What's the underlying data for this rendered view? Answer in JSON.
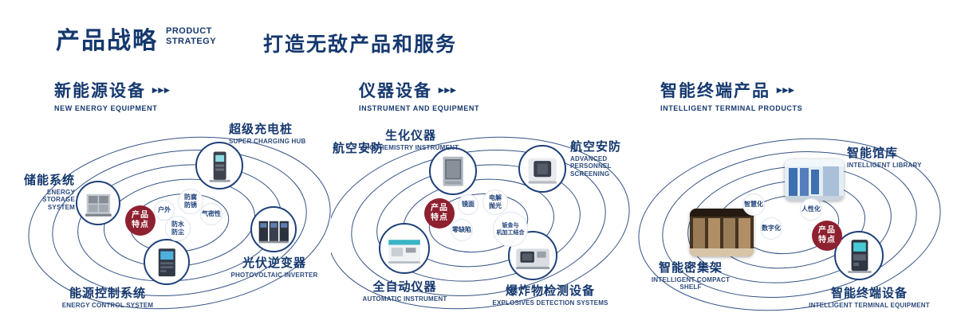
{
  "header": {
    "title": "产品战略",
    "subtitle1": "PRODUCT",
    "subtitle2": "STRATEGY",
    "slogan": "打造无敌产品和服务"
  },
  "arrows": "▸▸▸",
  "badge": {
    "l1": "产品",
    "l2": "特点"
  },
  "colors": {
    "navy": "#15386e",
    "badge_red": "#8e2130"
  },
  "sections": [
    {
      "title": "新能源设备",
      "subtitle": "NEW ENERGY EQUIPMENT",
      "nodes": [
        {
          "cn": "储能系统",
          "en": "ENERGY STORAGE SYSTEM"
        },
        {
          "cn": "超级充电桩",
          "en": "SUPER CHARGING HUB"
        },
        {
          "cn": "光伏逆变器",
          "en": "PHOTOVOLTAIC INVERTER"
        },
        {
          "cn": "能源控制系统",
          "en": "ENERGY CONTROL SYSTEM"
        }
      ],
      "features": [
        {
          "l1": "户外"
        },
        {
          "l1": "防腐",
          "l2": "防锈"
        },
        {
          "l1": "气密性"
        },
        {
          "l1": "防水",
          "l2": "防尘"
        }
      ]
    },
    {
      "title": "仪器设备",
      "subtitle": "INSTRUMENT AND EQUIPMENT",
      "extra_label": "航空安防",
      "nodes": [
        {
          "cn": "生化仪器",
          "en": "BIOCHEMISTRY INSTRUMENT"
        },
        {
          "cn": "航空安防",
          "en": "ADVANCED PERSONNEL SCREENING"
        },
        {
          "cn": "全自动仪器",
          "en": "AUTOMATIC INSTRUMENT"
        },
        {
          "cn": "爆炸物检测设备",
          "en": "EXPLOSIVES DETECTION SYSTEMS"
        }
      ],
      "features": [
        {
          "l1": "镜面"
        },
        {
          "l1": "电解",
          "l2": "抛光"
        },
        {
          "l1": "零缺陷"
        },
        {
          "l1": "钣金与",
          "l2": "机加工结合"
        }
      ]
    },
    {
      "title": "智能终端产品",
      "subtitle": "INTELLIGENT TERMINAL PRODUCTS",
      "nodes": [
        {
          "cn": "智能馆库",
          "en": "INTELLIGENT LIBRARY"
        },
        {
          "cn": "智能密集架",
          "en": "INTELLIGENT COMPACT SHELF"
        },
        {
          "cn": "智能终端设备",
          "en": "INTELLIGENT TERMINAL EQUIPMENT"
        }
      ],
      "features": [
        {
          "l1": "智慧化"
        },
        {
          "l1": "人性化"
        },
        {
          "l1": "数字化"
        }
      ]
    }
  ]
}
